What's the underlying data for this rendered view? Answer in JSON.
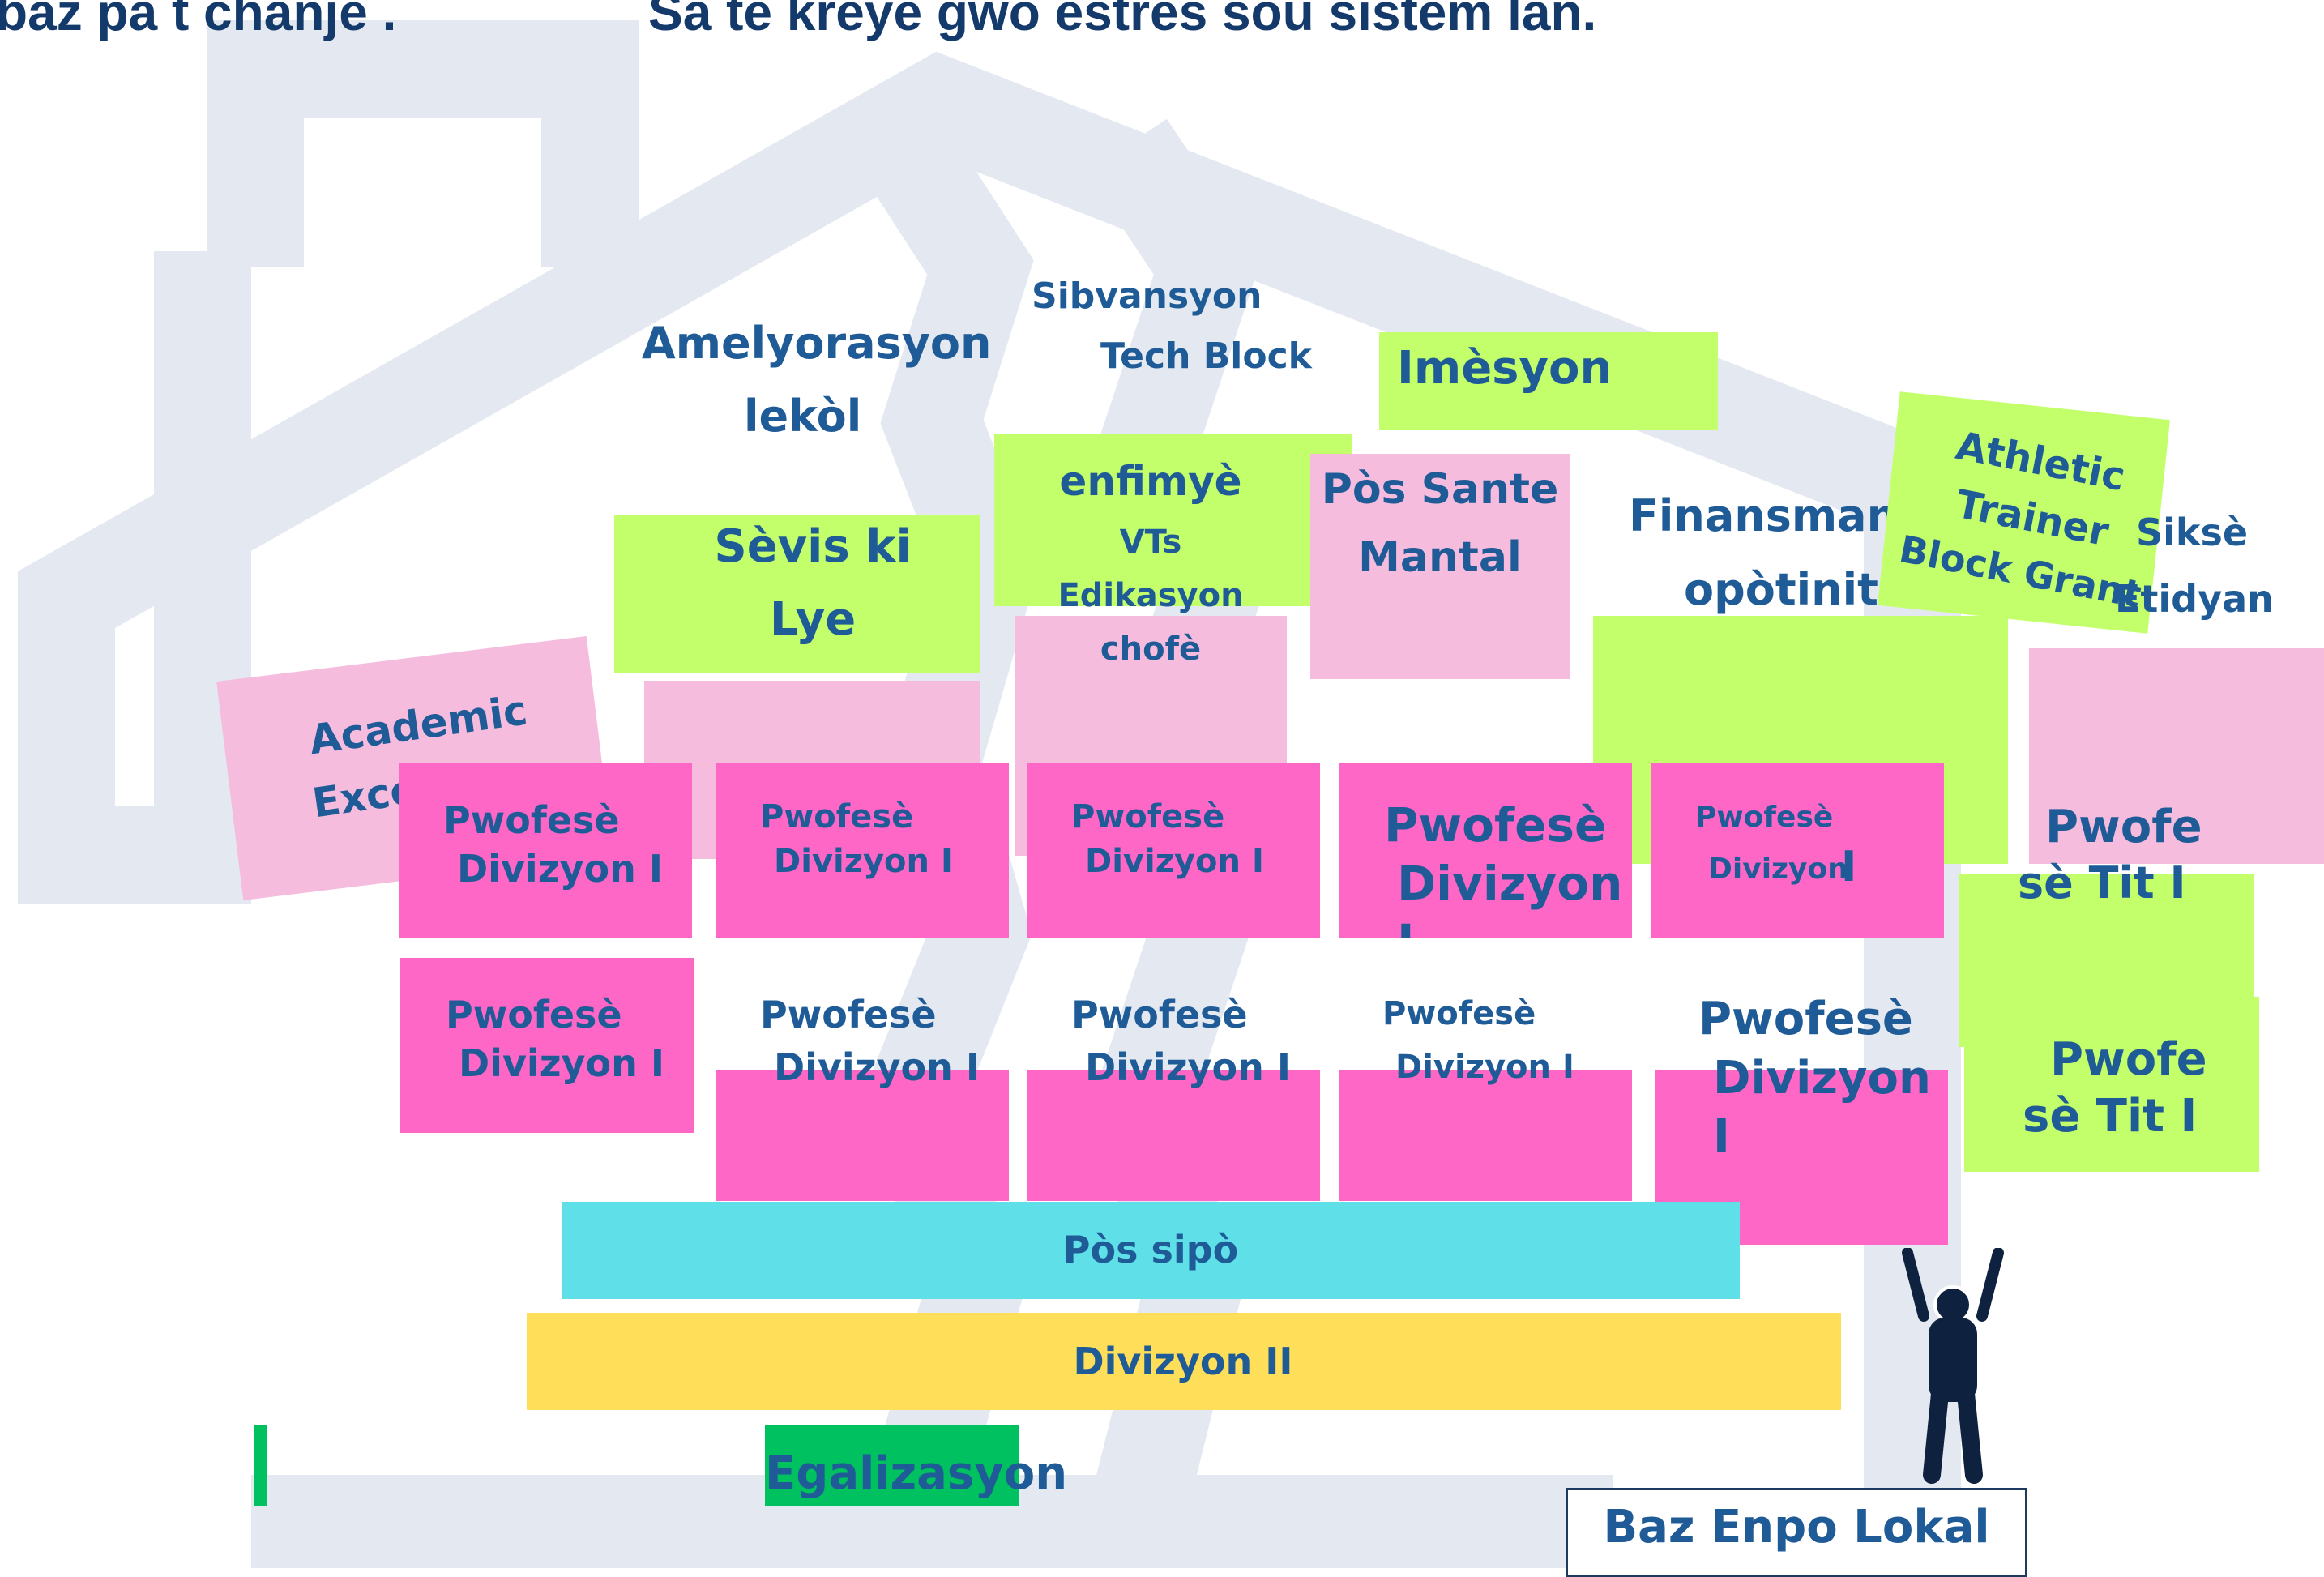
{
  "header": {
    "left_text": "baz pa t chanje .",
    "right_text": "Sa te kreye gwo estrès sou sistèm lan."
  },
  "labels": {
    "amelyorasyon": "Amelyorasyon",
    "lekol": "lekòl",
    "sibvansyon": "Sibvansyon",
    "tech_block": "Tech Block",
    "imesyon": "Imèsyon",
    "sevis_ki": "Sèvis ki",
    "lye": "Lye",
    "enfimye": "enfimyè",
    "vts": "VTs",
    "edikasyon": "Edikasyon",
    "chofe": "chofè",
    "pos_sante": "Pòs Sante",
    "mantal": "Mantal",
    "finansman": "Finansman",
    "opotinite": "opòtinite",
    "athletic": "Athletic",
    "trainer": "Trainer",
    "block_grant": "Block Grant",
    "sikse": "Siksè",
    "etidyan": "Etidyan",
    "academic": "Academic",
    "excellence_partial": "Exce    ce",
    "pos_sipo": "Pòs sipò",
    "divizyon_ii": "Divizyon II",
    "egalizasyon": "Egalizasyon",
    "baz_enpo_lokal": "Baz Enpo Lokal"
  },
  "pwofese": {
    "word": "Pwofesè",
    "divizyon_i": "Divizyon I",
    "divizyon": "Divizyon",
    "numeral_i": "I",
    "pwofe": "Pwofe",
    "se_tit_i": "sè Tit I"
  },
  "colors": {
    "house_outline": "#e4e9f1",
    "text_blue": "#1f5b96",
    "header_navy": "#143a6b",
    "lime": "#c3ff6a",
    "light_pink": "#f5bcde",
    "magenta": "#ff67c6",
    "cyan": "#5fdfe7",
    "yellow": "#ffde59",
    "green": "#00c160",
    "figure_navy": "#0e2240"
  },
  "icons": {
    "figure": "person-arms-raised-icon"
  }
}
